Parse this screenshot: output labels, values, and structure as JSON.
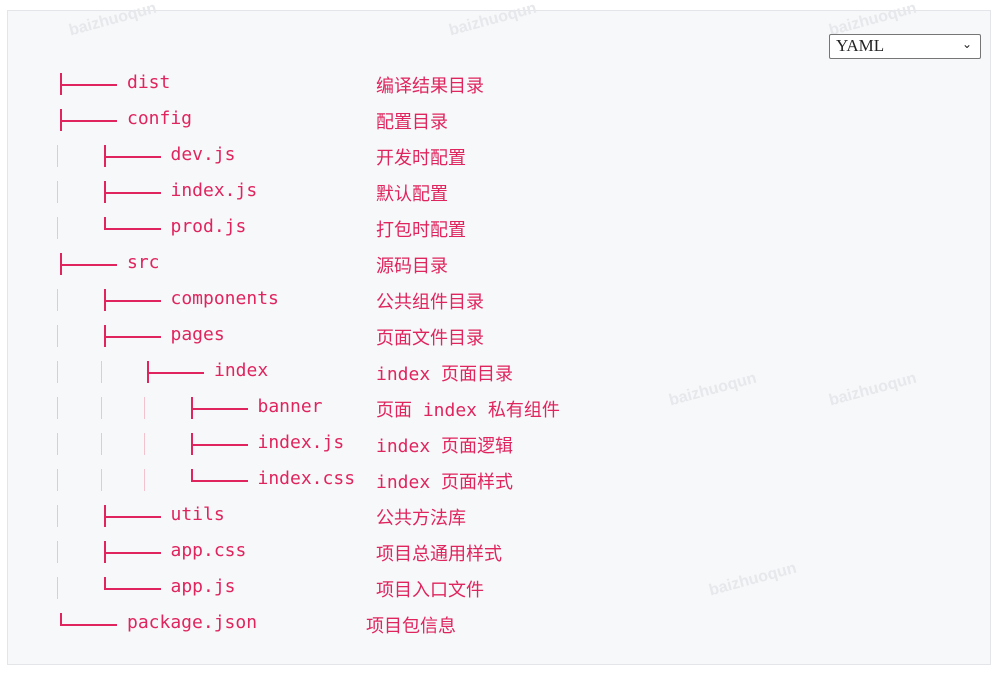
{
  "language_select": {
    "value": "YAML"
  },
  "watermark": "baizhuoqun",
  "tree": [
    {
      "level": 0,
      "type": "tee",
      "name": "dist",
      "desc": "编译结果目录"
    },
    {
      "level": 0,
      "type": "tee",
      "name": "config",
      "desc": "配置目录"
    },
    {
      "level": 1,
      "type": "tee",
      "name": "dev.js",
      "desc": "开发时配置"
    },
    {
      "level": 1,
      "type": "tee",
      "name": "index.js",
      "desc": "默认配置"
    },
    {
      "level": 1,
      "type": "elbow",
      "name": "prod.js",
      "desc": "打包时配置"
    },
    {
      "level": 0,
      "type": "tee",
      "name": "src",
      "desc": "源码目录"
    },
    {
      "level": 1,
      "type": "tee",
      "name": "components",
      "desc": "公共组件目录"
    },
    {
      "level": 1,
      "type": "tee",
      "name": "pages",
      "desc": "页面文件目录"
    },
    {
      "level": 2,
      "type": "tee",
      "name": "index",
      "desc": "index 页面目录"
    },
    {
      "level": 3,
      "type": "tee",
      "name": "banner",
      "desc": "页面 index 私有组件"
    },
    {
      "level": 3,
      "type": "tee",
      "name": "index.js",
      "desc": "index 页面逻辑"
    },
    {
      "level": 3,
      "type": "elbow",
      "name": "index.css",
      "desc": "index 页面样式"
    },
    {
      "level": 1,
      "type": "tee",
      "name": "utils",
      "desc": "公共方法库"
    },
    {
      "level": 1,
      "type": "tee",
      "name": "app.css",
      "desc": "项目总通用样式"
    },
    {
      "level": 1,
      "type": "elbow",
      "name": "app.js",
      "desc": "项目入口文件"
    },
    {
      "level": 0,
      "type": "elbow",
      "name": "package.json",
      "desc": "项目包信息"
    }
  ]
}
